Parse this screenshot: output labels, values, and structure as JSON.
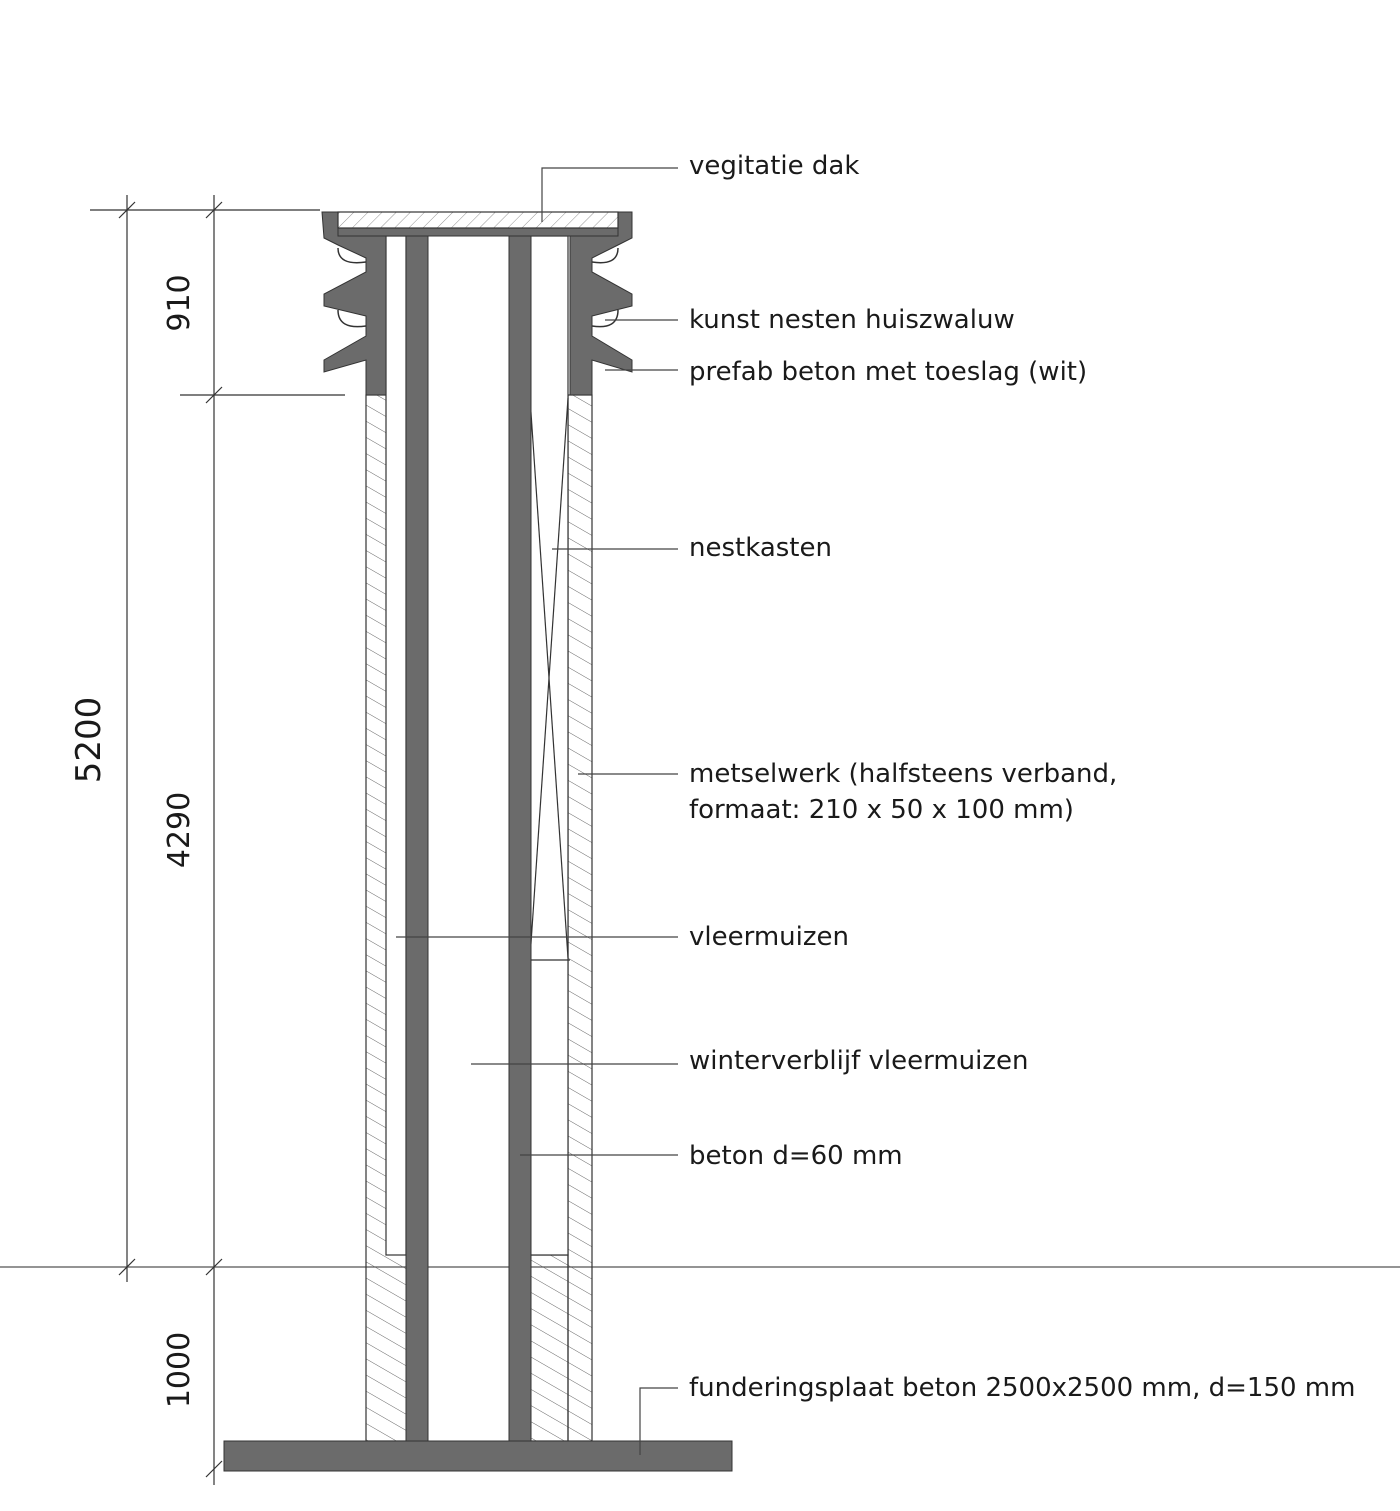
{
  "labels": {
    "vegetation_roof": "vegitatie dak",
    "swallow_nests": "kunst nesten huiszwaluw",
    "prefab_concrete": "prefab beton met toeslag (wit)",
    "nest_boxes": "nestkasten",
    "masonry_line1": "metselwerk (halfsteens verband,",
    "masonry_line2": "formaat: 210 x 50 x 100 mm)",
    "bats": "vleermuizen",
    "bat_winter": "winterverblijf vleermuizen",
    "concrete_wall": "beton d=60 mm",
    "foundation": "funderingsplaat beton 2500x2500 mm, d=150 mm"
  },
  "dimensions": {
    "total": "5200",
    "top": "910",
    "shaft": "4290",
    "below_ground": "1000"
  },
  "colors": {
    "concrete_fill": "#6b6b6b",
    "line": "#333333",
    "background": "#ffffff"
  }
}
